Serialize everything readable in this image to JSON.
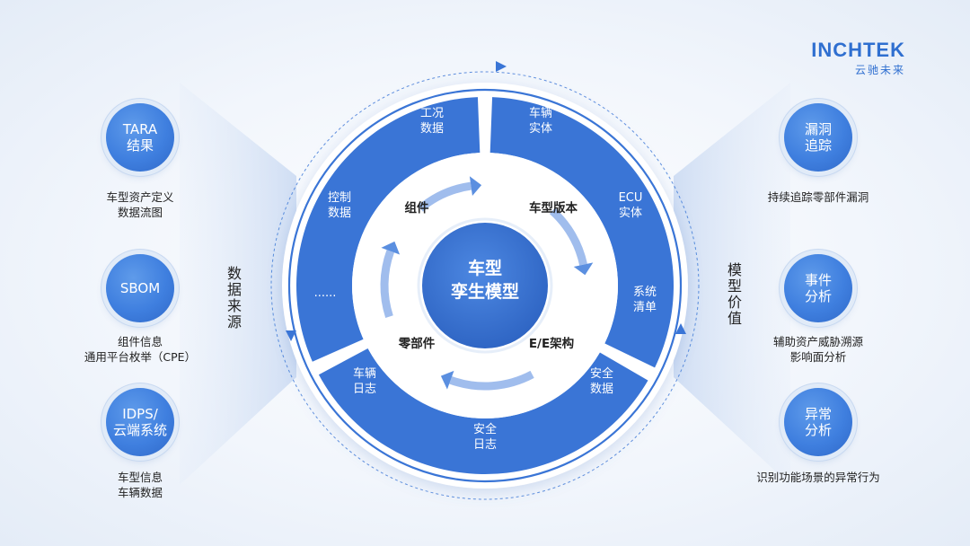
{
  "logo": {
    "text": "INCHTEK",
    "sub": "云驰未来"
  },
  "center": {
    "line1": "车型",
    "line2": "孪生模型"
  },
  "inner_ring": [
    {
      "label": "组件"
    },
    {
      "label": "车型版本"
    },
    {
      "label": "E/E架构"
    },
    {
      "label": "零部件"
    }
  ],
  "outer_ring": [
    {
      "line1": "工况",
      "line2": "数据"
    },
    {
      "line1": "车辆",
      "line2": "实体"
    },
    {
      "line1": "ECU",
      "line2": "实体"
    },
    {
      "line1": "系统",
      "line2": "清单"
    },
    {
      "line1": "安全",
      "line2": "数据"
    },
    {
      "line1": "安全",
      "line2": "日志"
    },
    {
      "line1": "车辆",
      "line2": "日志"
    },
    {
      "line1": "......",
      "line2": ""
    },
    {
      "line1": "控制",
      "line2": "数据"
    }
  ],
  "left_label": [
    "数",
    "据",
    "来",
    "源"
  ],
  "right_label": [
    "模",
    "型",
    "价",
    "值"
  ],
  "left_items": [
    {
      "bubble_lines": [
        "TARA",
        "结果"
      ],
      "caption_lines": [
        "车型资产定义",
        "数据流图"
      ]
    },
    {
      "bubble_lines": [
        "SBOM",
        ""
      ],
      "caption_lines": [
        "组件信息",
        "通用平台枚举（CPE）"
      ]
    },
    {
      "bubble_lines": [
        "IDPS/",
        "云端系统"
      ],
      "caption_lines": [
        "车型信息",
        "车辆数据"
      ]
    }
  ],
  "right_items": [
    {
      "bubble_lines": [
        "漏洞",
        "追踪"
      ],
      "caption_lines": [
        "持续追踪零部件漏洞",
        ""
      ]
    },
    {
      "bubble_lines": [
        "事件",
        "分析"
      ],
      "caption_lines": [
        "辅助资产威胁溯源",
        "影响面分析"
      ]
    },
    {
      "bubble_lines": [
        "异常",
        "分析"
      ],
      "caption_lines": [
        "识别功能场景的异常行为",
        ""
      ]
    }
  ],
  "colors": {
    "ring_blue": "#3a75d6",
    "inner_white": "#ffffff",
    "accent": "#2f6fd0",
    "arrow": "#7fa6e6"
  }
}
